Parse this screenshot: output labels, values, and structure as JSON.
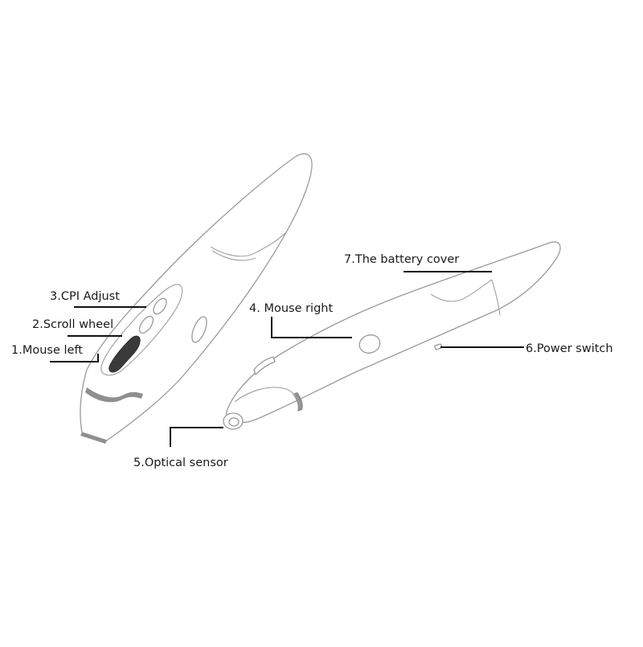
{
  "labels": {
    "cpi_adjust": "3.CPI Adjust",
    "scroll_wheel": "2.Scroll wheel",
    "mouse_left": "1.Mouse left",
    "mouse_right": "4. Mouse right",
    "optical_sensor": "5.Optical sensor",
    "power_switch": "6.Power switch",
    "battery_cover": "7.The battery cover"
  }
}
